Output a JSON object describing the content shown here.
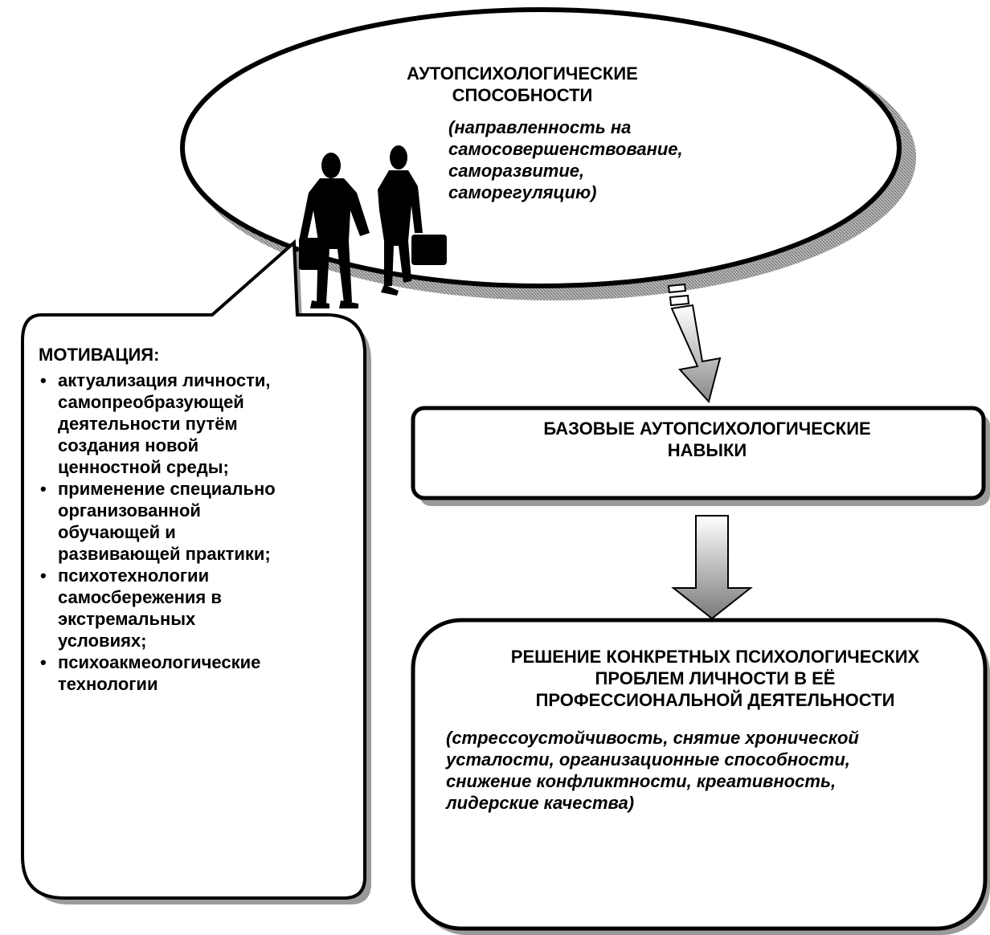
{
  "ellipse": {
    "title_lines": [
      "АУТОПСИХОЛОГИЧЕСКИЕ",
      "СПОСОБНОСТИ"
    ],
    "subtitle_lines": [
      "(направленность на",
      "самосовершенствование,",
      "саморазвитие,",
      "саморегуляцию)"
    ]
  },
  "middle_box": {
    "title_lines": [
      "БАЗОВЫЕ АУТОПСИХОЛОГИЧЕСКИЕ",
      "НАВЫКИ"
    ]
  },
  "bottom_box": {
    "title_lines": [
      "РЕШЕНИЕ КОНКРЕТНЫХ ПСИХОЛОГИЧЕСКИХ",
      "ПРОБЛЕМ ЛИЧНОСТИ В ЕЁ",
      "ПРОФЕССИОНАЛЬНОЙ ДЕЯТЕЛЬНОСТИ"
    ],
    "subtitle_lines": [
      "(стрессоустойчивость, снятие хронической",
      "усталости, организационные способности,",
      "снижение конфликтности, креативность,",
      "лидерские качества)"
    ]
  },
  "motivation": {
    "heading": "МОТИВАЦИЯ:",
    "items": [
      [
        "актуализация личности,",
        "самопреобразующей",
        "деятельности путём",
        "создания новой",
        "ценностной среды;"
      ],
      [
        "применение специально",
        "организованной",
        "обучающей и",
        "развивающей практики;"
      ],
      [
        "психотехнологии",
        "самосбережения в",
        "экстремальных",
        "условиях;"
      ],
      [
        "психоакмеологические",
        "технологии"
      ]
    ]
  },
  "icons": {
    "people": "business-people-silhouette-icon",
    "arrow": "down-arrow-icon"
  },
  "colors": {
    "stroke": "#000000",
    "shadow": "#9a9a9a",
    "arrow_light": "#ffffff",
    "arrow_dark": "#8a8a8a"
  }
}
